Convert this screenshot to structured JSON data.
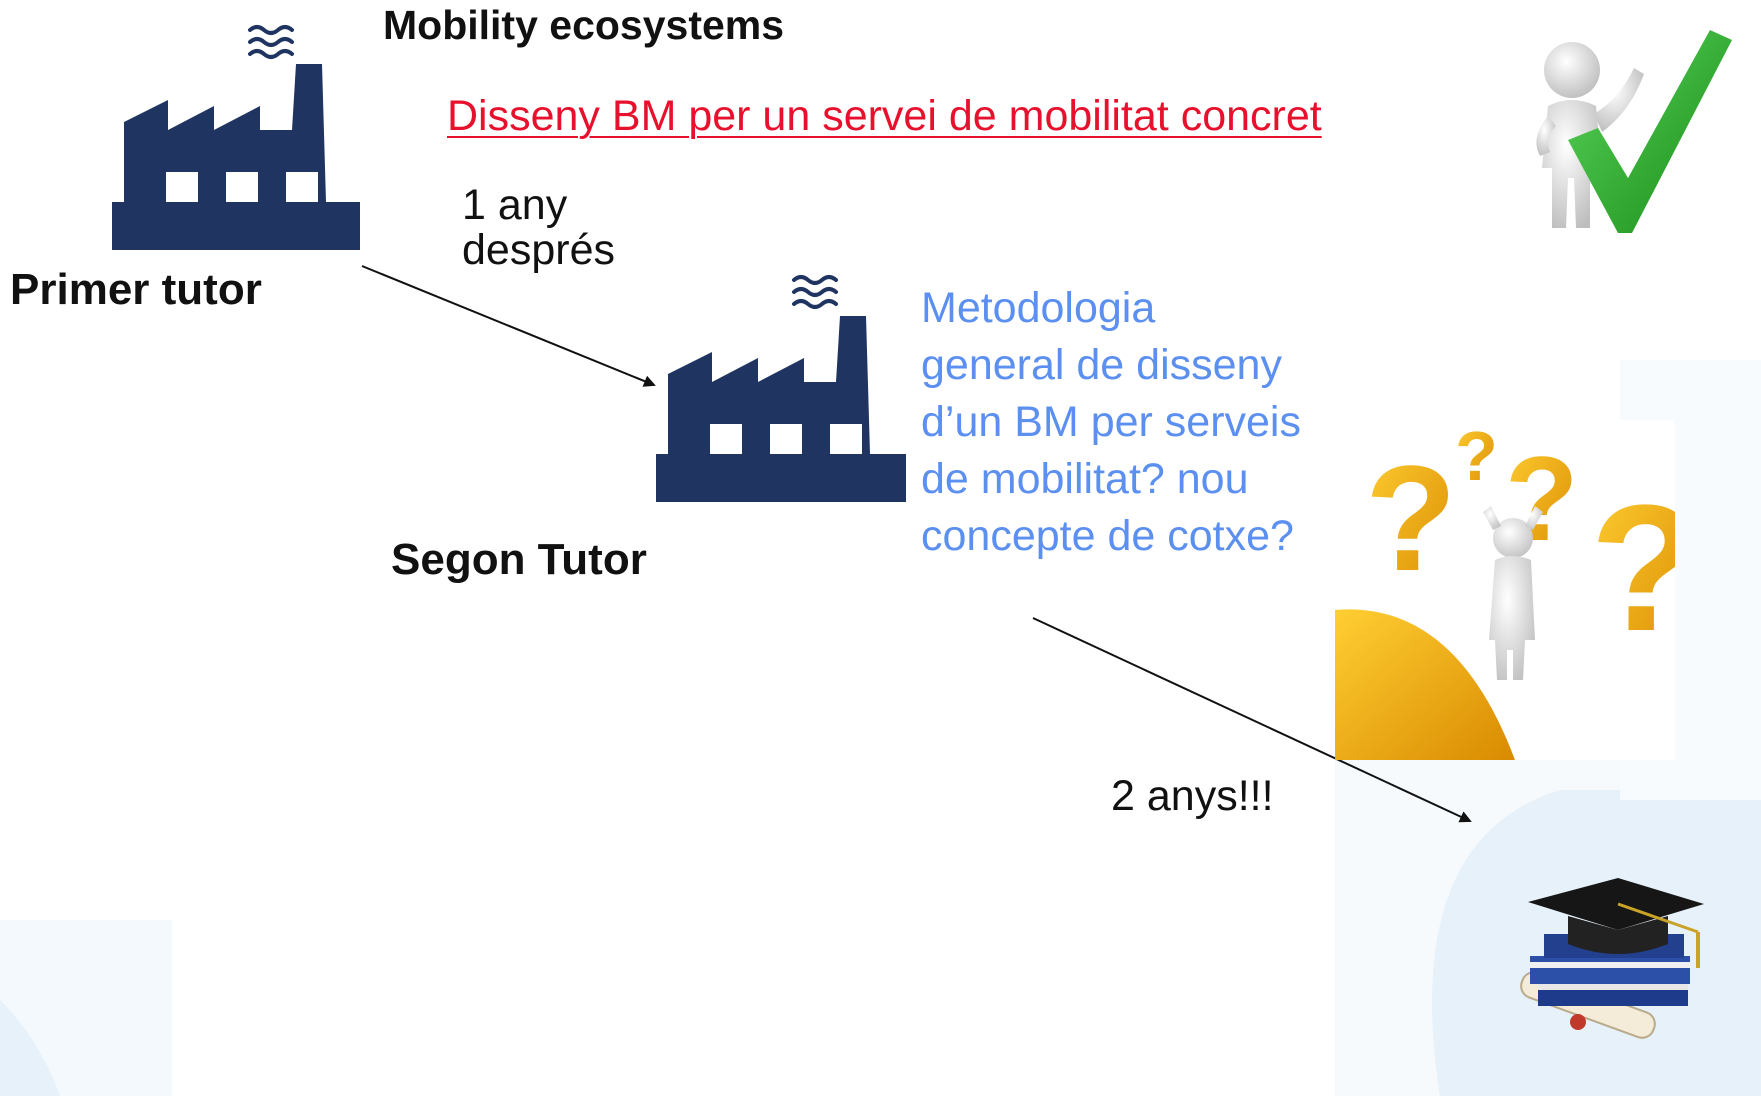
{
  "diagram": {
    "heading": "Mobility ecosystems",
    "red_link": "Disseny BM per un servei de mobilitat concret",
    "gap1_line1": "1 any",
    "gap1_line2": "després",
    "first_label": "Primer tutor",
    "second_label": "Segon Tutor",
    "methodology_lines": [
      "Metodologia",
      "general de disseny",
      "d’un BM per serveis",
      "de mobilitat? nou",
      "concepte de cotxe?"
    ],
    "gap2": "2 anys!!!"
  },
  "icons": {
    "factory_1": "factory-icon",
    "factory_2": "factory-icon",
    "checkmark_figure": "person-with-checkmark-icon",
    "question_figure": "confused-person-with-question-marks-icon",
    "graduation": "graduation-cap-books-diploma-icon"
  },
  "colors": {
    "factory": "#1f3461",
    "red_text": "#e8112d",
    "blue_text": "#5b8ff0",
    "check_green": "#2db52d",
    "question_orange": "#f2a900",
    "decor_blue": "#e9f3fb"
  }
}
